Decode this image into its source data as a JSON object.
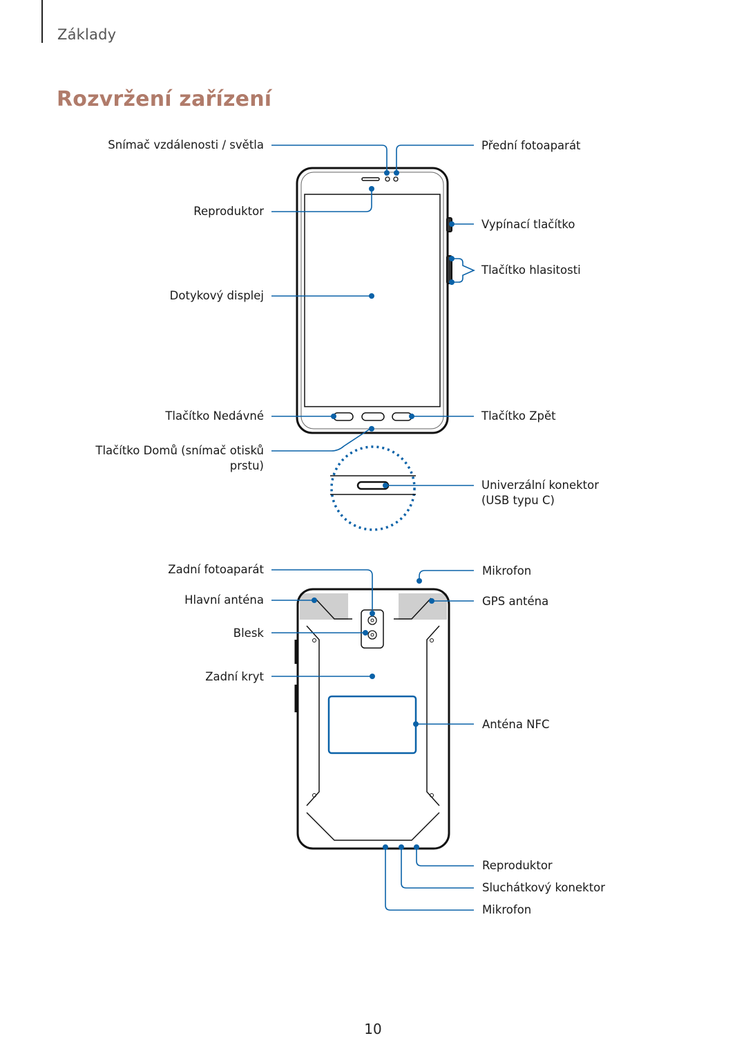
{
  "header": {
    "section": "Základy"
  },
  "title": "Rozvržení zařízení",
  "front_labels": {
    "proximity_sensor": "Snímač vzdálenosti / světla",
    "front_camera": "Přední fotoaparát",
    "speaker": "Reproduktor",
    "power_key": "Vypínací tlačítko",
    "volume_key": "Tlačítko hlasitosti",
    "touchscreen": "Dotykový displej",
    "recents_key": "Tlačítko Nedávné",
    "back_key": "Tlačítko Zpět",
    "home_key_line1": "Tlačítko Domů (snímač otisků",
    "home_key_line2": "prstu)",
    "usb_line1": "Univerzální konektor",
    "usb_line2": "(USB typu C)"
  },
  "back_labels": {
    "rear_camera": "Zadní fotoaparát",
    "microphone_top": "Mikrofon",
    "main_antenna": "Hlavní anténa",
    "gps_antenna": "GPS anténa",
    "flash": "Blesk",
    "back_cover": "Zadní kryt",
    "nfc_antenna": "Anténa NFC",
    "speaker_bottom": "Reproduktor",
    "earphone_jack": "Sluchátkový konektor",
    "microphone_bottom": "Mikrofon"
  },
  "page_number": "10",
  "colors": {
    "accent": "#b07b6a",
    "callout": "#0a62a8"
  }
}
